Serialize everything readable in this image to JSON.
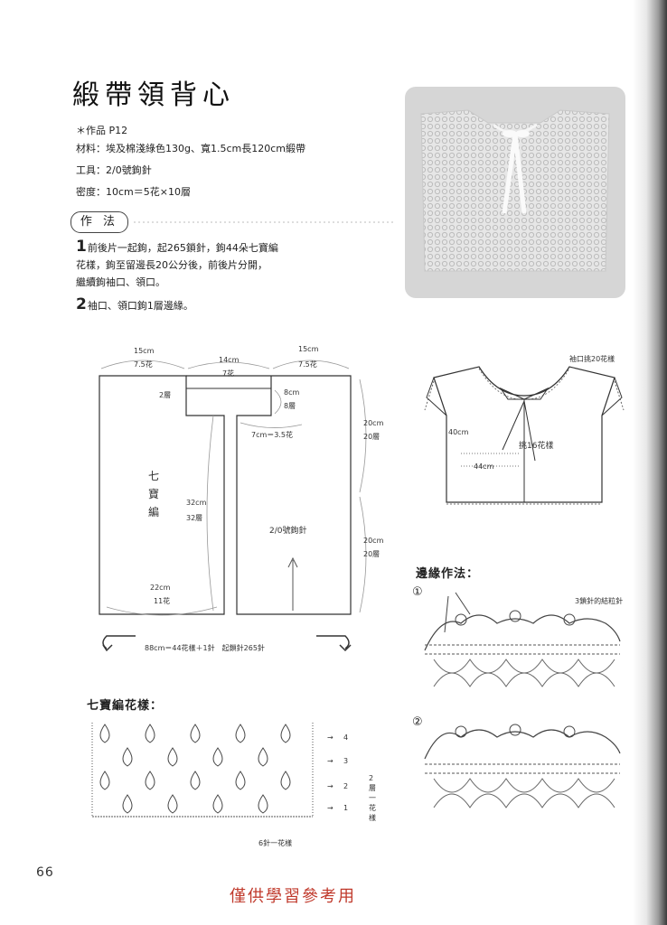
{
  "title": "緞帶領背心",
  "work": "＊作品 P12",
  "materials": "材料：埃及棉淺綠色130g、寬1.5cm長120cm緞帶",
  "tools": "工具：2/0號鉤針",
  "gauge": "密度：10cm＝5花×10層",
  "method_label": "作 法",
  "step1_num": "1",
  "step1_line1": "前後片一起鉤，起265鎖針，鉤44朵七寶編",
  "step1_line2": "花樣，鉤至留邊長20公分後，前後片分開，",
  "step1_line3": "繼續鉤袖口、領口。",
  "step2_num": "2",
  "step2_text": "袖口、領口鉤1層邊緣。",
  "diagram": {
    "top_left_w": "15cm",
    "top_left_f": "7.5花",
    "top_mid_w": "14cm",
    "top_mid_f": "7花",
    "top_right_w": "15cm",
    "top_right_f": "7.5花",
    "neck_rows": "2層",
    "neck_h": "8cm",
    "neck_rows2": "8層",
    "inner_w": "7cm＝3.5花",
    "right_upper_h": "20cm",
    "right_upper_rows": "20層",
    "right_lower_h": "20cm",
    "right_lower_rows": "20層",
    "pattern_line1": "七",
    "pattern_line2": "寶",
    "pattern_line3": "編",
    "left_h": "32cm",
    "left_rows": "32層",
    "bottom_w": "22cm",
    "bottom_f": "11花",
    "hook": "2/0號鉤針",
    "chain_text": "88cm＝44花樣＋1針　起鎖針265針"
  },
  "vest": {
    "sleeve_note": "袖口挑20花樣",
    "height": "40cm",
    "width": "44cm",
    "pick": "挑16花樣"
  },
  "edging": {
    "heading": "邊緣作法：",
    "one": "①",
    "two": "②",
    "note": "3鎖針的結粒針"
  },
  "pattern": {
    "heading": "七寶編花樣：",
    "r4": "4",
    "r3": "3",
    "r2": "2",
    "r1": "1",
    "repeat_note": "2層一花樣",
    "stitch_note": "6針一花樣"
  },
  "page_number": "66",
  "watermark": "僅供學習參考用"
}
